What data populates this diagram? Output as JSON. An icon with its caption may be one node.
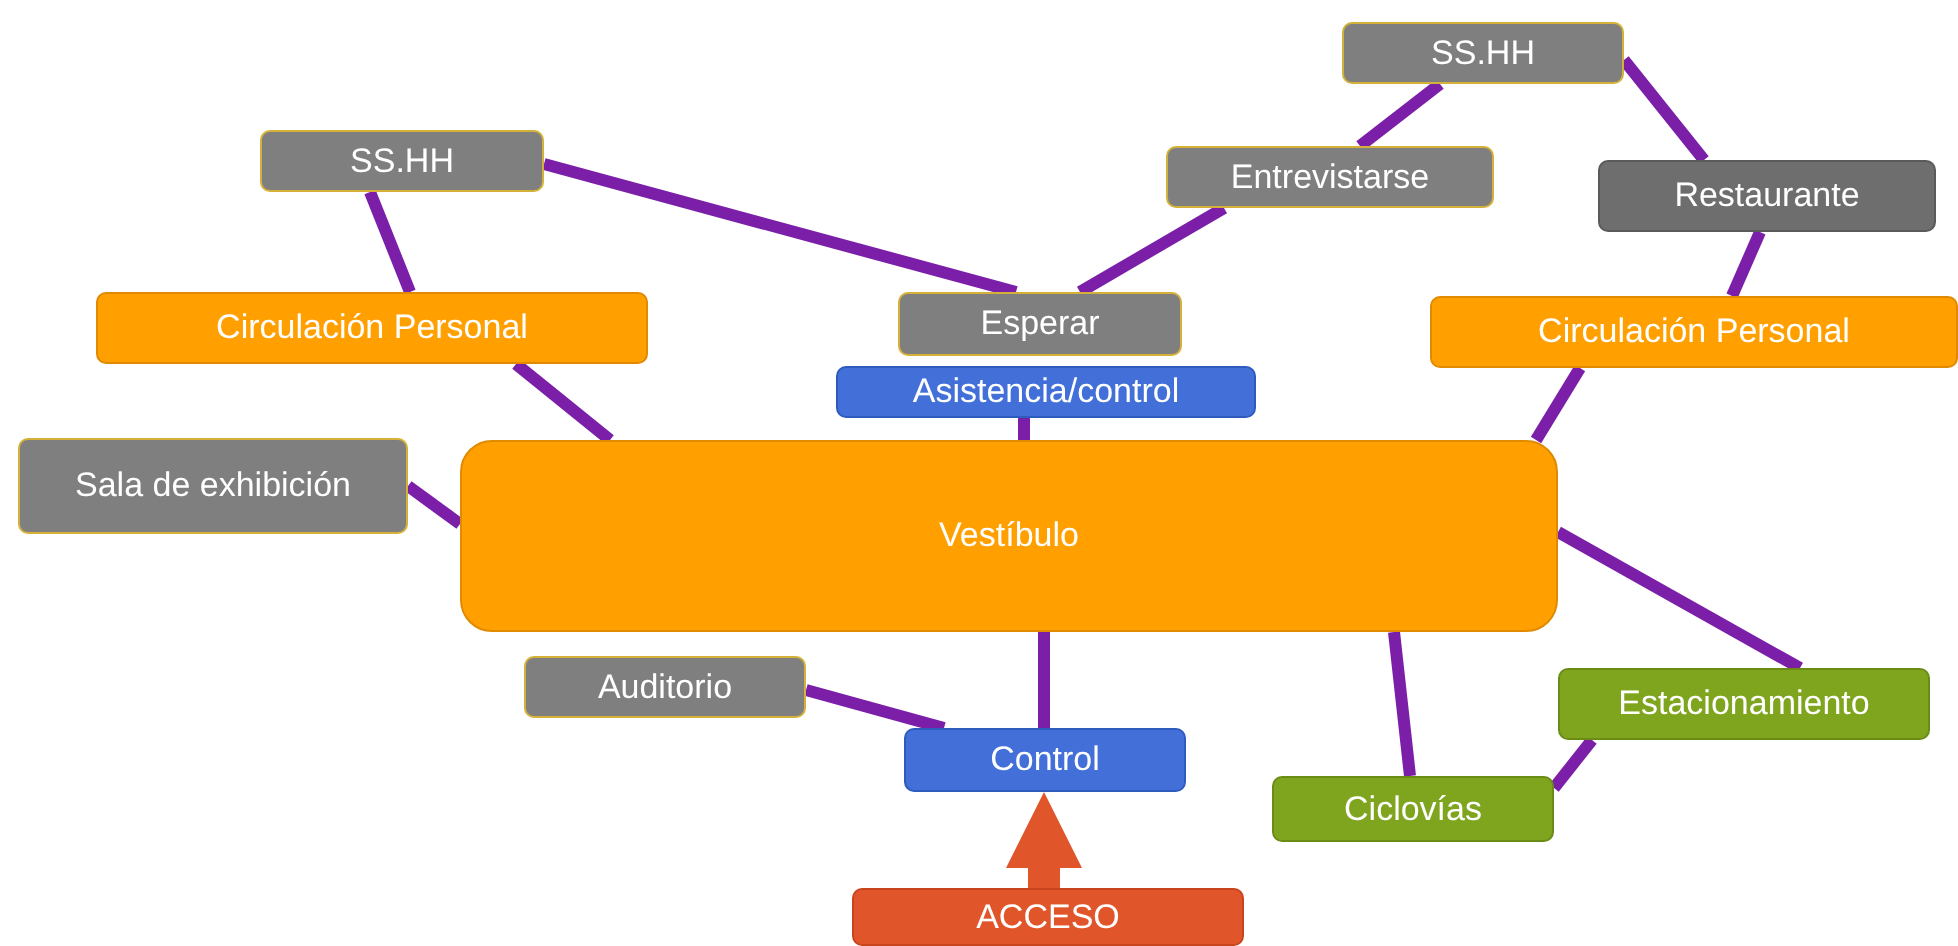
{
  "diagram": {
    "nodes": [
      {
        "text": [
          "SS.HH"
        ]
      },
      {
        "text": [
          "Circulación Personal"
        ]
      },
      {
        "text": [
          "Sala de exhibición"
        ]
      },
      {
        "text": [
          "Esperar"
        ]
      },
      {
        "text": [
          "Asistencia/control"
        ]
      },
      {
        "text": [
          "Entrevistarse"
        ]
      },
      {
        "text": [
          "SS.HH"
        ]
      },
      {
        "text": [
          "Restaurante"
        ]
      },
      {
        "text": [
          "Circulación Personal"
        ]
      },
      {
        "text": [
          "Vestíbulo"
        ]
      },
      {
        "text": [
          "Auditorio"
        ]
      },
      {
        "text": [
          "Control"
        ]
      },
      {
        "text": [
          "Estacionamiento"
        ]
      },
      {
        "text": [
          "Ciclovías"
        ]
      },
      {
        "text": [
          "ACCESO"
        ]
      }
    ],
    "edges": [
      {
        "from": 0,
        "to": 1,
        "arrow": "none"
      },
      {
        "from": 0,
        "to": 3,
        "arrow": "none"
      },
      {
        "from": 1,
        "to": 9,
        "arrow": "none"
      },
      {
        "from": 2,
        "to": 9,
        "arrow": "none"
      },
      {
        "from": 3,
        "to": 5,
        "arrow": "none"
      },
      {
        "from": 5,
        "to": 6,
        "arrow": "none"
      },
      {
        "from": 6,
        "to": 7,
        "arrow": "none"
      },
      {
        "from": 7,
        "to": 8,
        "arrow": "none"
      },
      {
        "from": 8,
        "to": 9,
        "arrow": "none"
      },
      {
        "from": 4,
        "to": 9,
        "arrow": "none"
      },
      {
        "from": 9,
        "to": 11,
        "arrow": "none"
      },
      {
        "from": 10,
        "to": 11,
        "arrow": "none"
      },
      {
        "from": 9,
        "to": 12,
        "arrow": "none"
      },
      {
        "from": 9,
        "to": 13,
        "arrow": "none"
      },
      {
        "from": 12,
        "to": 13,
        "arrow": "none"
      },
      {
        "from": 14,
        "to": 11,
        "arrow": "to",
        "style": "thick",
        "color": "#e0562a"
      }
    ]
  }
}
